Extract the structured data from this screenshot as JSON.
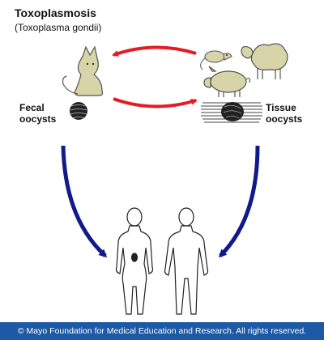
{
  "title": "Toxoplasmosis",
  "subtitle": "(Toxoplasma gondii)",
  "labels": {
    "fecal_line1": "Fecal",
    "fecal_line2": "oocysts",
    "tissue_line1": "Tissue",
    "tissue_line2": "oocysts"
  },
  "footer": "© Mayo Foundation for Medical Education and Research.  All rights reserved.",
  "colors": {
    "red_arrow": "#e51b24",
    "blue_arrow": "#111a8a",
    "animal_fill": "#d7d4a8",
    "footer_bg": "#1c5aa6"
  }
}
